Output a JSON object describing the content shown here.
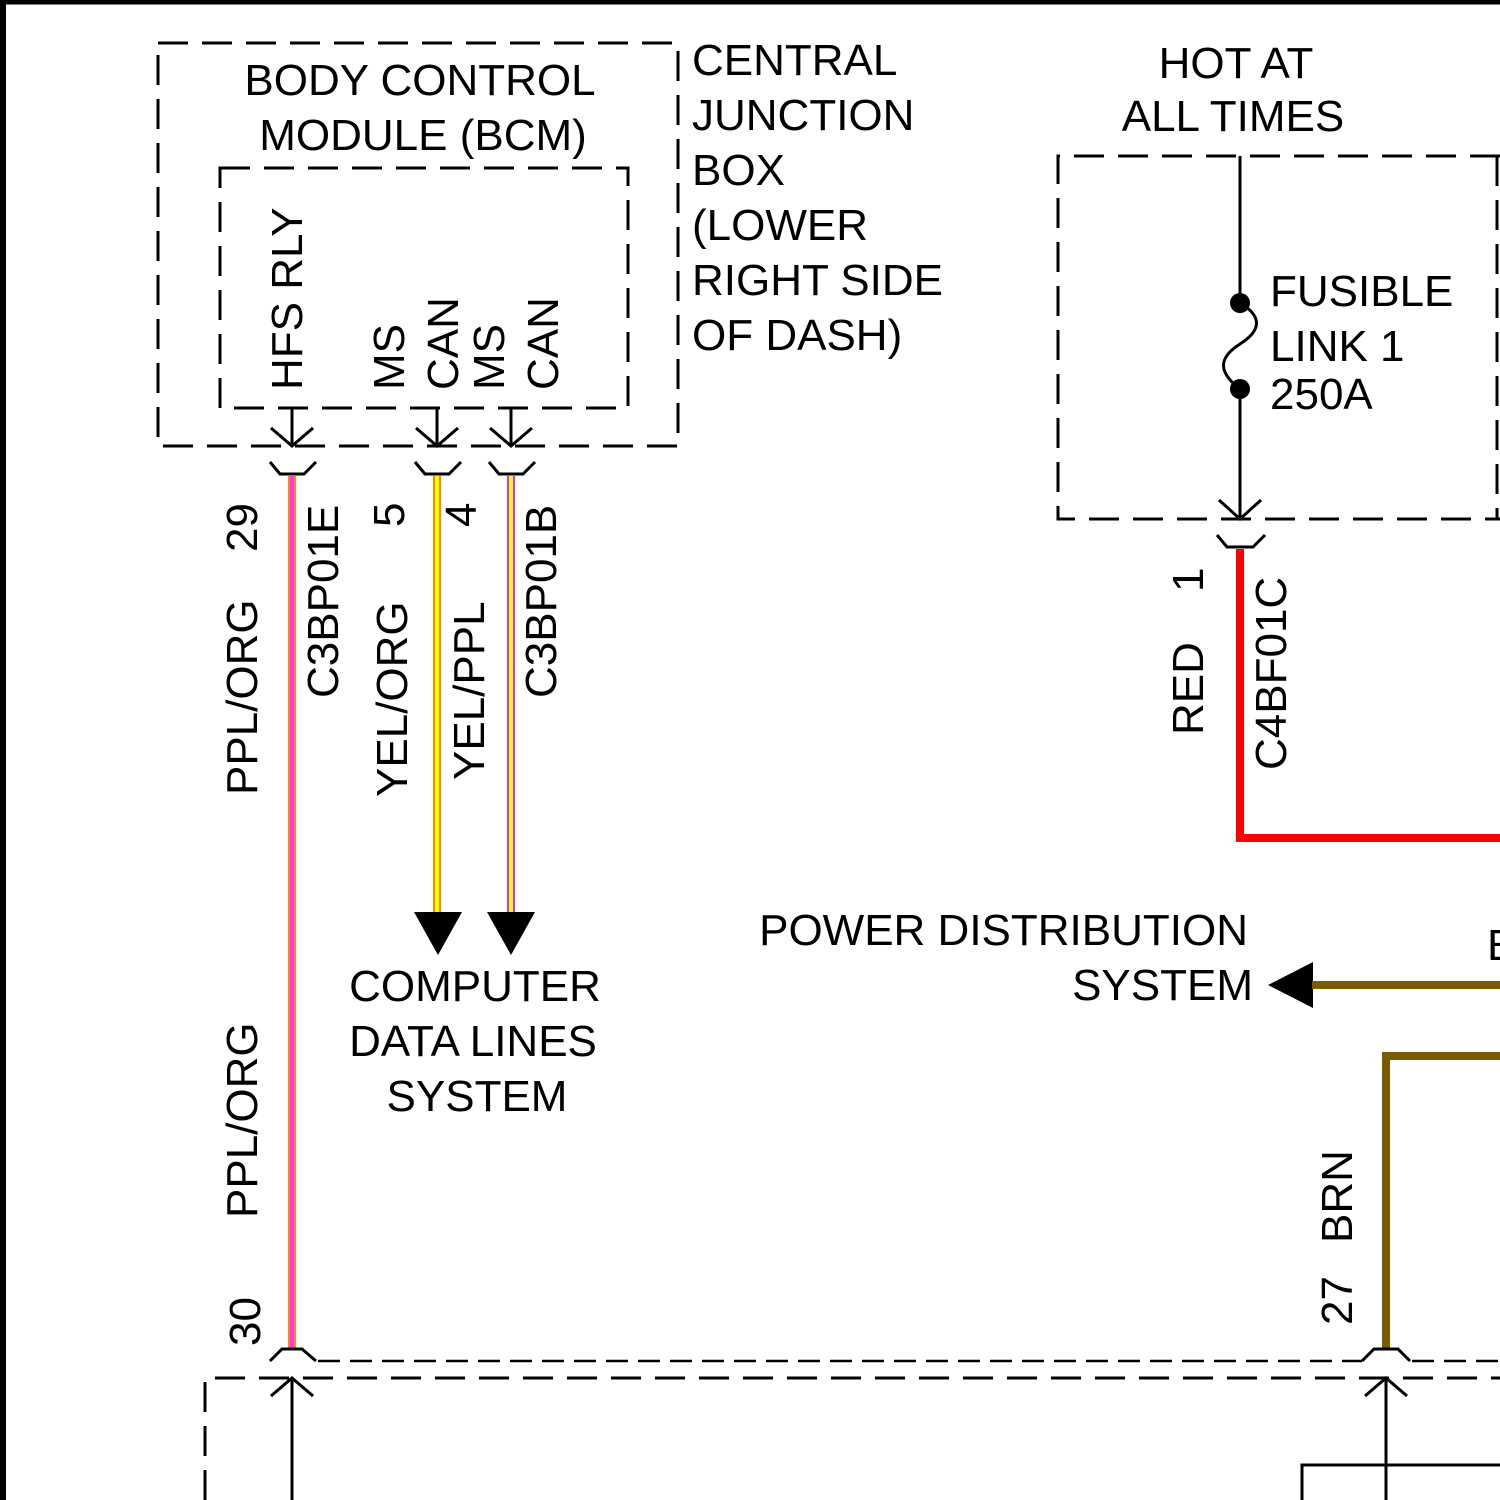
{
  "bcm": {
    "title_line1": "BODY CONTROL",
    "title_line2": "MODULE (BCM)",
    "pins": [
      {
        "name": "HFS RLY"
      },
      {
        "name": "MS"
      },
      {
        "name": "CAN"
      },
      {
        "name": "MS"
      },
      {
        "name": "CAN"
      }
    ]
  },
  "central_junction_box": {
    "lines": [
      "CENTRAL",
      "JUNCTION",
      "BOX",
      "(LOWER",
      "RIGHT SIDE",
      "OF DASH)"
    ]
  },
  "hot_at_all_times": {
    "line1": "HOT AT",
    "line2": "ALL TIMES"
  },
  "fusible_link": {
    "line1": "FUSIBLE",
    "line2": "LINK 1",
    "line3": "250A"
  },
  "wires": [
    {
      "id": "ppl-org",
      "color_name": "PPL/ORG",
      "pin_top": "29",
      "pin_bottom": "30",
      "connector": "C3BP01E",
      "colors": [
        "#ff33ff",
        "#ff8c00"
      ]
    },
    {
      "id": "yel-org",
      "color_name": "YEL/ORG",
      "pin_top": "5",
      "connector": "",
      "colors": [
        "#ffff00",
        "#ff8c00"
      ]
    },
    {
      "id": "yel-ppl",
      "color_name": "YEL/PPL",
      "pin_top": "4",
      "connector": "C3BP01B",
      "colors": [
        "#ffff00",
        "#cc33ff"
      ]
    },
    {
      "id": "red",
      "color_name": "RED",
      "pin_top": "1",
      "connector": "C4BF01C",
      "colors": [
        "#ff0000"
      ]
    },
    {
      "id": "brn",
      "color_name": "BRN",
      "pin_top": "27",
      "connector": "",
      "colors": [
        "#7a5c00"
      ]
    }
  ],
  "ppl_org_lower_label": "PPL/ORG",
  "computer_data_lines": {
    "line1": "COMPUTER",
    "line2": "DATA LINES",
    "line3": "SYSTEM"
  },
  "power_distribution": {
    "line1": "POWER DISTRIBUTION",
    "line2": "SYSTEM"
  },
  "edge_letter": "B"
}
